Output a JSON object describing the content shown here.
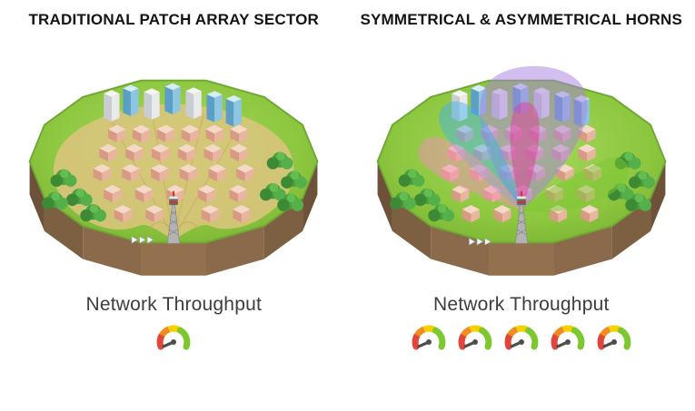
{
  "left_panel": {
    "title": "TRADITIONAL PATCH ARRAY SECTOR",
    "throughput_label": "Network Throughput",
    "gauge_count": 1,
    "scene_description": "city-island-with-single-wide-sector-coverage"
  },
  "right_panel": {
    "title": "SYMMETRICAL & ASYMMETRICAL HORNS",
    "throughput_label": "Network Throughput",
    "gauge_count": 5,
    "scene_description": "city-island-with-five-horn-antenna-beams"
  },
  "coverage": {
    "fill": "#dbc57d"
  },
  "beams": {
    "purple": "#a87fe0",
    "blue": "#3eb0f0",
    "pink": "#f48fb8",
    "magenta": "#e0409a",
    "green": "#7cc832"
  },
  "gauge": {
    "segment_colors": [
      "#e2453a",
      "#f28c1e",
      "#f7d000",
      "#7cc82e"
    ],
    "needle_color": "#4d4d4d",
    "reading": "low-left"
  },
  "island_colors": {
    "grass": "#8cc63e",
    "cliff": "#7d5f42"
  }
}
